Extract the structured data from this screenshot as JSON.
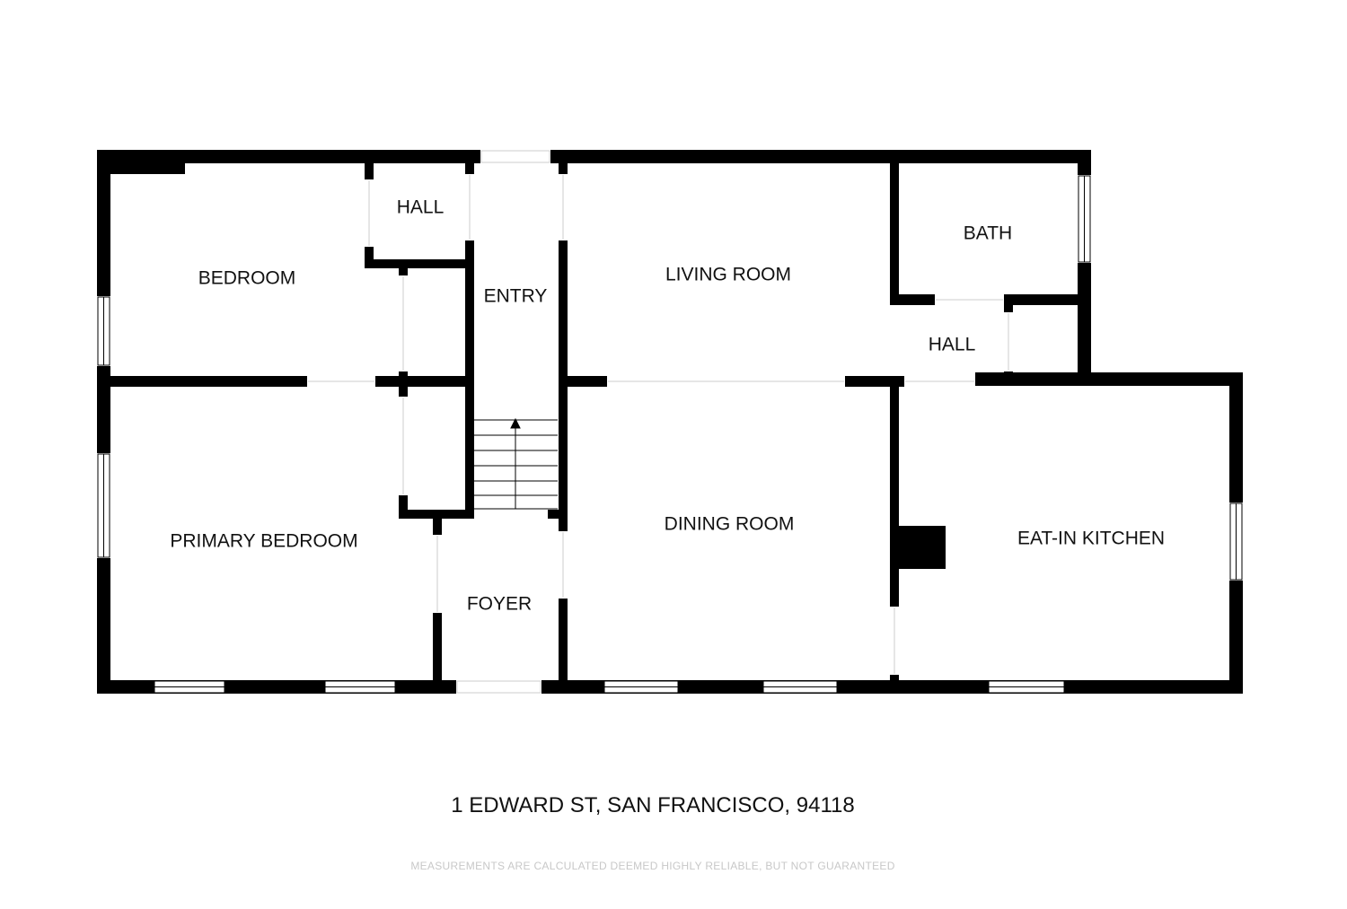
{
  "rooms": {
    "bedroom": "BEDROOM",
    "hall_left": "HALL",
    "entry": "ENTRY",
    "living_room": "LIVING ROOM",
    "bath": "BATH",
    "hall_right": "HALL",
    "primary_bedroom": "PRIMARY BEDROOM",
    "foyer": "FOYER",
    "dining_room": "DINING ROOM",
    "eat_in_kitchen": "EAT-IN KITCHEN"
  },
  "address": "1 EDWARD ST, SAN FRANCISCO, 94118",
  "disclaimer": "MEASUREMENTS ARE CALCULATED DEEMED HIGHLY RELIABLE, BUT NOT GUARANTEED",
  "colors": {
    "wall": "#000000",
    "background": "#ffffff",
    "disclaimer": "#c8c8c8"
  }
}
